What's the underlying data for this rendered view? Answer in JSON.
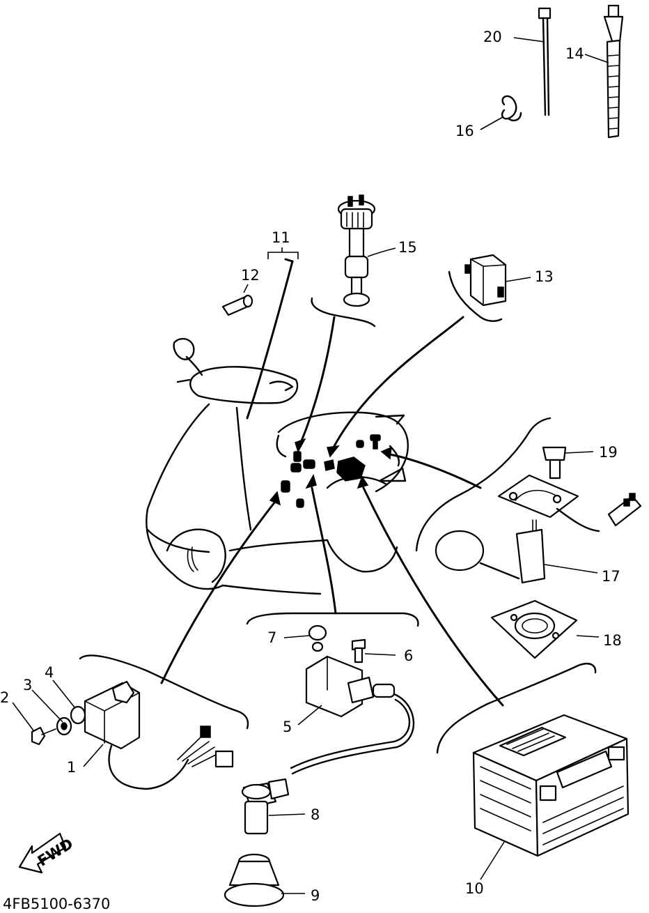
{
  "diagram": {
    "catalog_code": "4FB5100-6370",
    "direction_label": "FWD",
    "callouts": [
      {
        "id": "c1",
        "label": "1"
      },
      {
        "id": "c2",
        "label": "2"
      },
      {
        "id": "c3",
        "label": "3"
      },
      {
        "id": "c4",
        "label": "4"
      },
      {
        "id": "c5",
        "label": "5"
      },
      {
        "id": "c6",
        "label": "6"
      },
      {
        "id": "c7",
        "label": "7"
      },
      {
        "id": "c8",
        "label": "8"
      },
      {
        "id": "c9",
        "label": "9"
      },
      {
        "id": "c10",
        "label": "10"
      },
      {
        "id": "c11",
        "label": "11"
      },
      {
        "id": "c12",
        "label": "12"
      },
      {
        "id": "c13",
        "label": "13"
      },
      {
        "id": "c14",
        "label": "14"
      },
      {
        "id": "c15",
        "label": "15"
      },
      {
        "id": "c16",
        "label": "16"
      },
      {
        "id": "c17",
        "label": "17"
      },
      {
        "id": "c18",
        "label": "18"
      },
      {
        "id": "c19",
        "label": "19"
      },
      {
        "id": "c20",
        "label": "20"
      }
    ]
  }
}
